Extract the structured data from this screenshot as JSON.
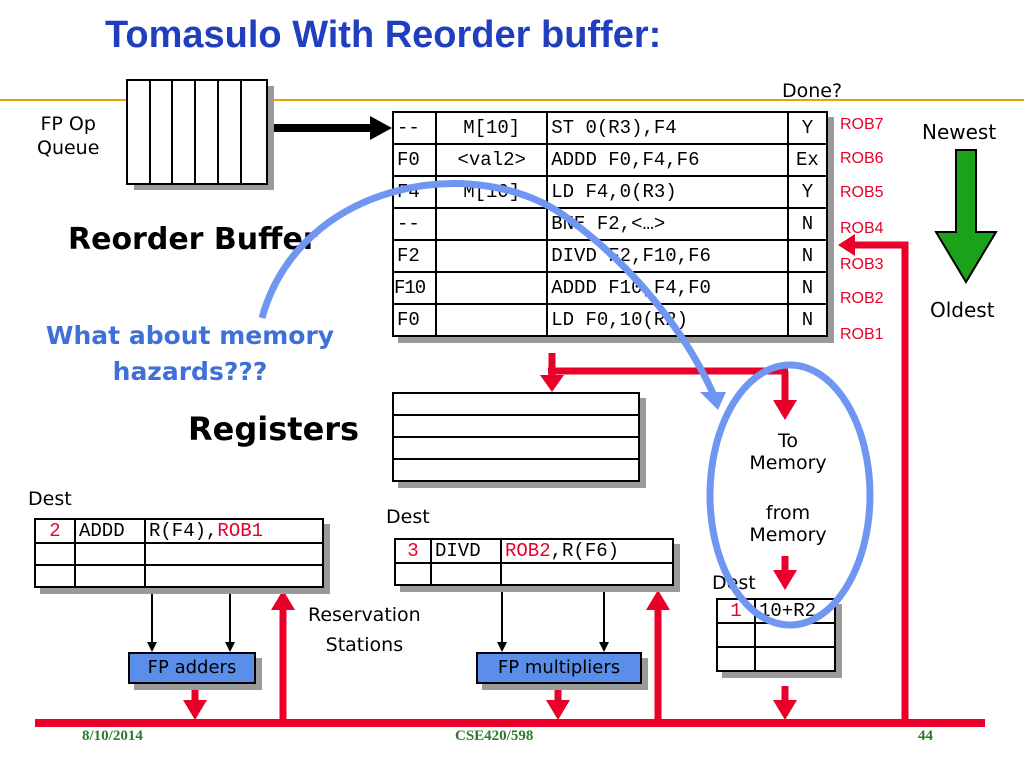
{
  "title": "Tomasulo With Reorder buffer:",
  "labels": {
    "done": "Done?",
    "fp_op_queue": [
      "FP Op",
      "Queue"
    ],
    "newest": "Newest",
    "oldest": "Oldest",
    "reorder_buffer": "Reorder Buffer",
    "question": [
      "What about memory",
      "hazards???"
    ],
    "registers": "Registers",
    "to_memory": [
      "To",
      "Memory"
    ],
    "from_memory": [
      "from",
      "Memory"
    ],
    "reservation_stations": [
      "Reservation",
      "Stations"
    ],
    "dest": "Dest",
    "fp_adders": "FP adders",
    "fp_multipliers": "FP multipliers"
  },
  "rob": [
    {
      "dest": "--",
      "value": "M[10]",
      "instr": "ST 0(R3),F4",
      "done": "Y",
      "tag": "ROB7"
    },
    {
      "dest": "F0",
      "value": "<val2>",
      "instr": "ADDD F0,F4,F6",
      "done": "Ex",
      "tag": "ROB6"
    },
    {
      "dest": "F4",
      "value": "M[10]",
      "instr": "LD F4,0(R3)",
      "done": "Y",
      "tag": "ROB5"
    },
    {
      "dest": "--",
      "value": "",
      "instr": "BNE F2,<…>",
      "done": "N",
      "tag": "ROB4"
    },
    {
      "dest": "F2",
      "value": "",
      "instr": "DIVD F2,F10,F6",
      "done": "N",
      "tag": "ROB3"
    },
    {
      "dest": "F10",
      "value": "",
      "instr": "ADDD F10,F4,F0",
      "done": "N",
      "tag": "ROB2"
    },
    {
      "dest": "F0",
      "value": "",
      "instr": "LD F0,10(R2)",
      "done": "N",
      "tag": "ROB1"
    }
  ],
  "adder_rs": [
    {
      "dest": "2",
      "op": "ADDD",
      "operand1": "R(F4),",
      "operand2": "ROB1"
    }
  ],
  "mult_rs": [
    {
      "dest": "3",
      "op": "DIVD",
      "operand1": "ROB2",
      "operand2": ",R(F6)"
    }
  ],
  "mem_rs": [
    {
      "dest": "1",
      "value": "10+R2"
    }
  ],
  "footer": {
    "date": "8/10/2014",
    "course": "CSE420/598",
    "page": "44"
  },
  "colors": {
    "title": "#1f3fbf",
    "bus": "#e8002a",
    "arrow_green": "#1aa31a",
    "question": "#3f6fd8",
    "ellipse": "#6f97f2",
    "unit_fill": "#5a8ee8"
  }
}
